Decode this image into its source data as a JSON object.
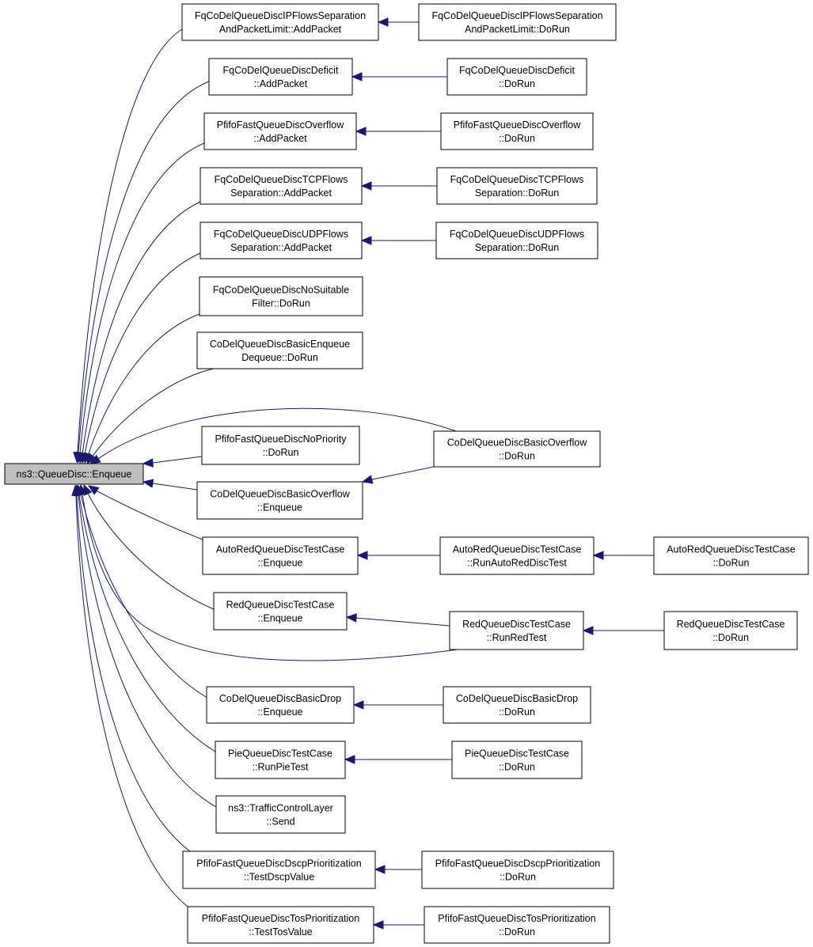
{
  "colors": {
    "edge": "#191970",
    "root_fill": "#bfbfbf",
    "node_fill": "#ffffff",
    "border": "#000000"
  },
  "nodes": {
    "root": [
      "ns3::QueueDisc::Enqueue"
    ],
    "fqsep_add": [
      "FqCoDelQueueDiscIPFlowsSeparation",
      "AndPacketLimit::AddPacket"
    ],
    "fqsep_run": [
      "FqCoDelQueueDiscIPFlowsSeparation",
      "AndPacketLimit::DoRun"
    ],
    "deficit_add": [
      "FqCoDelQueueDiscDeficit",
      "::AddPacket"
    ],
    "deficit_run": [
      "FqCoDelQueueDiscDeficit",
      "::DoRun"
    ],
    "pfoverflow_add": [
      "PfifoFastQueueDiscOverflow",
      "::AddPacket"
    ],
    "pfoverflow_run": [
      "PfifoFastQueueDiscOverflow",
      "::DoRun"
    ],
    "tcp_add": [
      "FqCoDelQueueDiscTCPFlows",
      "Separation::AddPacket"
    ],
    "tcp_run": [
      "FqCoDelQueueDiscTCPFlows",
      "Separation::DoRun"
    ],
    "udp_add": [
      "FqCoDelQueueDiscUDPFlows",
      "Separation::AddPacket"
    ],
    "udp_run": [
      "FqCoDelQueueDiscUDPFlows",
      "Separation::DoRun"
    ],
    "nosuitable_run": [
      "FqCoDelQueueDiscNoSuitable",
      "Filter::DoRun"
    ],
    "basicenq_run": [
      "CoDelQueueDiscBasicEnqueue",
      "Dequeue::DoRun"
    ],
    "nopriority_run": [
      "PfifoFastQueueDiscNoPriority",
      "::DoRun"
    ],
    "cdoverflow_run": [
      "CoDelQueueDiscBasicOverflow",
      "::DoRun"
    ],
    "cdoverflow_enq": [
      "CoDelQueueDiscBasicOverflow",
      "::Enqueue"
    ],
    "autored_enq": [
      "AutoRedQueueDiscTestCase",
      "::Enqueue"
    ],
    "autored_test": [
      "AutoRedQueueDiscTestCase",
      "::RunAutoRedDiscTest"
    ],
    "autored_run": [
      "AutoRedQueueDiscTestCase",
      "::DoRun"
    ],
    "red_enq": [
      "RedQueueDiscTestCase",
      "::Enqueue"
    ],
    "red_test": [
      "RedQueueDiscTestCase",
      "::RunRedTest"
    ],
    "red_run": [
      "RedQueueDiscTestCase",
      "::DoRun"
    ],
    "drop_enq": [
      "CoDelQueueDiscBasicDrop",
      "::Enqueue"
    ],
    "drop_run": [
      "CoDelQueueDiscBasicDrop",
      "::DoRun"
    ],
    "pie_test": [
      "PieQueueDiscTestCase",
      "::RunPieTest"
    ],
    "pie_run": [
      "PieQueueDiscTestCase",
      "::DoRun"
    ],
    "tcl_send": [
      "ns3::TrafficControlLayer",
      "::Send"
    ],
    "dscp_test": [
      "PfifoFastQueueDiscDscpPrioritization",
      "::TestDscpValue"
    ],
    "dscp_run": [
      "PfifoFastQueueDiscDscpPrioritization",
      "::DoRun"
    ],
    "tos_test": [
      "PfifoFastQueueDiscTosPrioritization",
      "::TestTosValue"
    ],
    "tos_run": [
      "PfifoFastQueueDiscTosPrioritization",
      "::DoRun"
    ]
  }
}
